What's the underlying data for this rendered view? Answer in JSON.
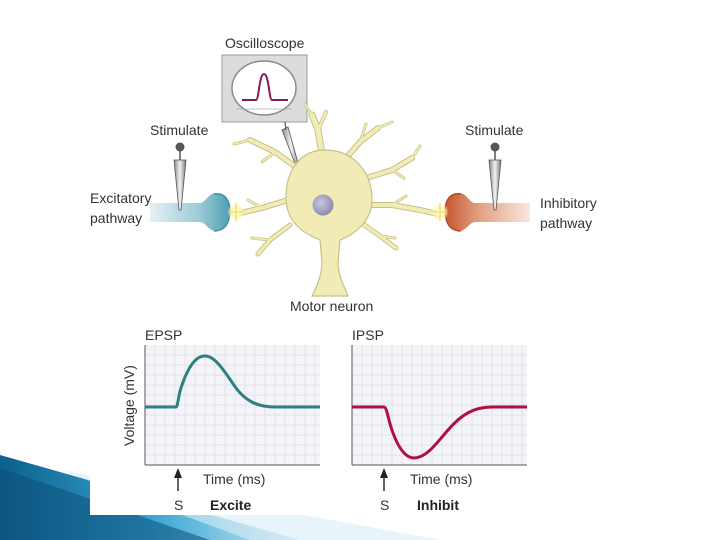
{
  "labels": {
    "oscilloscope": "Oscilloscope",
    "stimulate_left": "Stimulate",
    "stimulate_right": "Stimulate",
    "excitatory_line1": "Excitatory",
    "excitatory_line2": "pathway",
    "inhibitory_line1": "Inhibitory",
    "inhibitory_line2": "pathway",
    "motor_neuron": "Motor neuron"
  },
  "graphs": {
    "epsp": {
      "title": "EPSP",
      "ylabel": "Voltage (mV)",
      "xlabel": "Time (ms)",
      "stim_mark": "S",
      "action": "Excite",
      "color": "#2e8080"
    },
    "ipsp": {
      "title": "IPSP",
      "xlabel": "Time (ms)",
      "stim_mark": "S",
      "action": "Inhibit",
      "color": "#b01040"
    }
  },
  "colors": {
    "neuron_fill": "#f1ecb6",
    "neuron_stroke": "#c9c088",
    "nucleus": "#a9a9c9",
    "excitatory_axon": "#5fa8b8",
    "inhibitory_axon": "#c9623c",
    "graph_grid": "#e1e1ec",
    "graph_bg": "#f4f4f8",
    "slide_accent": "#1a86b8"
  }
}
